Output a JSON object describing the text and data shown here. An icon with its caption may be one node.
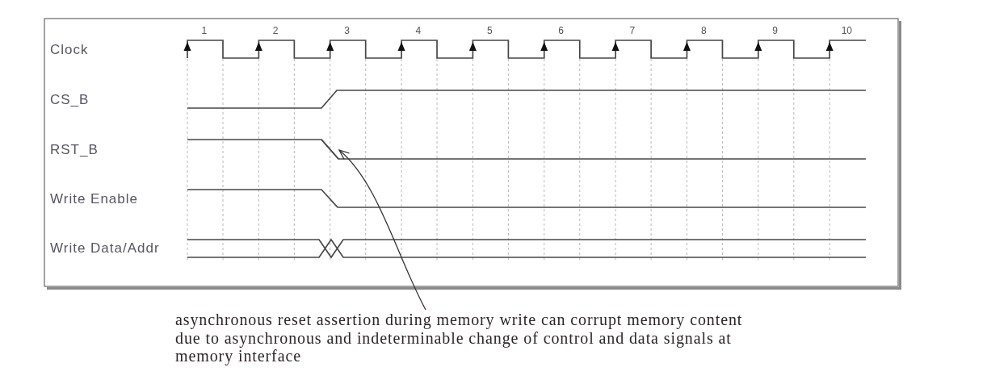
{
  "diagram": {
    "nodes": [
      {
        "text": [
          "asynchronous reset assertion during memory write can corrupt memory content due to asynchronous and indeterminable change of control and data signals at memory interface"
        ]
      },
      {
        "text": [],
        "shape": "line"
      }
    ],
    "edges": [
      {
        "from": 0,
        "to": 1,
        "arrow": "to"
      }
    ],
    "labels": [
      "1",
      "2",
      "3",
      "4",
      "5",
      "6",
      "7",
      "8",
      "9",
      "10",
      "Clock",
      "CS_B",
      "RST_B",
      "Write Enable",
      "Write Data/Addr"
    ]
  }
}
